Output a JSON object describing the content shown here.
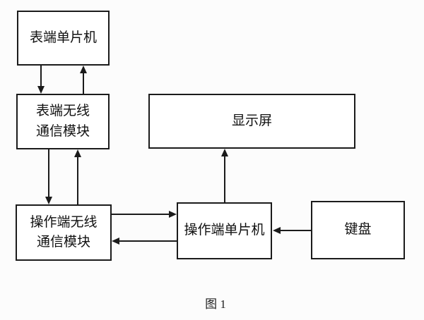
{
  "diagram": {
    "type": "block-diagram",
    "caption": "图 1",
    "colors": {
      "background": "#fcfcfc",
      "line": "#1b1b1b",
      "box_fill": "#ffffff",
      "text": "#111111"
    },
    "boxes": {
      "meter_mcu": {
        "label": "表端单片机"
      },
      "meter_wireless": {
        "label": "表端无线\n通信模块"
      },
      "op_wireless": {
        "label": "操作端无线\n通信模块"
      },
      "op_mcu": {
        "label": "操作端单片机"
      },
      "display": {
        "label": "显示屏"
      },
      "keyboard": {
        "label": "键盘"
      }
    },
    "edges": [
      {
        "from": "表端单片机",
        "to": "表端无线通信模块",
        "direction": "down"
      },
      {
        "from": "表端无线通信模块",
        "to": "表端单片机",
        "direction": "up"
      },
      {
        "from": "表端无线通信模块",
        "to": "操作端无线通信模块",
        "direction": "down"
      },
      {
        "from": "操作端无线通信模块",
        "to": "表端无线通信模块",
        "direction": "up"
      },
      {
        "from": "操作端无线通信模块",
        "to": "操作端单片机",
        "direction": "right"
      },
      {
        "from": "操作端单片机",
        "to": "操作端无线通信模块",
        "direction": "left"
      },
      {
        "from": "操作端单片机",
        "to": "显示屏",
        "direction": "up"
      },
      {
        "from": "键盘",
        "to": "操作端单片机",
        "direction": "left"
      }
    ]
  }
}
